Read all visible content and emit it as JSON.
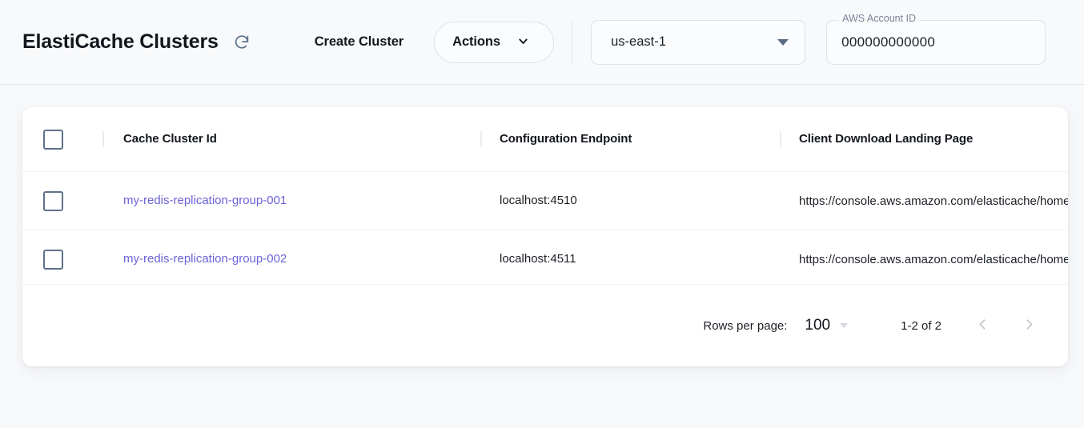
{
  "header": {
    "title": "ElastiCache Clusters",
    "refresh_icon": "refresh-icon",
    "create_button": "Create Cluster",
    "actions_button": "Actions",
    "actions_caret_icon": "chevron-down-icon",
    "region": {
      "selected": "us-east-1",
      "caret_icon": "caret-down-icon"
    },
    "account": {
      "label": "AWS Account ID",
      "value": "000000000000"
    }
  },
  "table": {
    "columns": [
      "Cache Cluster Id",
      "Configuration Endpoint",
      "Client Download Landing Page"
    ],
    "rows": [
      {
        "cluster_id": "my-redis-replication-group-001",
        "endpoint": "localhost:4510",
        "landing_page": "https://console.aws.amazon.com/elasticache/home"
      },
      {
        "cluster_id": "my-redis-replication-group-002",
        "endpoint": "localhost:4511",
        "landing_page": "https://console.aws.amazon.com/elasticache/home"
      }
    ]
  },
  "pagination": {
    "rows_per_page_label": "Rows per page:",
    "rows_per_page_value": "100",
    "range": "1-2 of 2",
    "prev_icon": "chevron-left-icon",
    "next_icon": "chevron-right-icon"
  },
  "colors": {
    "link": "#6c63d8",
    "page_bg": "#f7f8fa",
    "card_bg": "#ffffff"
  }
}
